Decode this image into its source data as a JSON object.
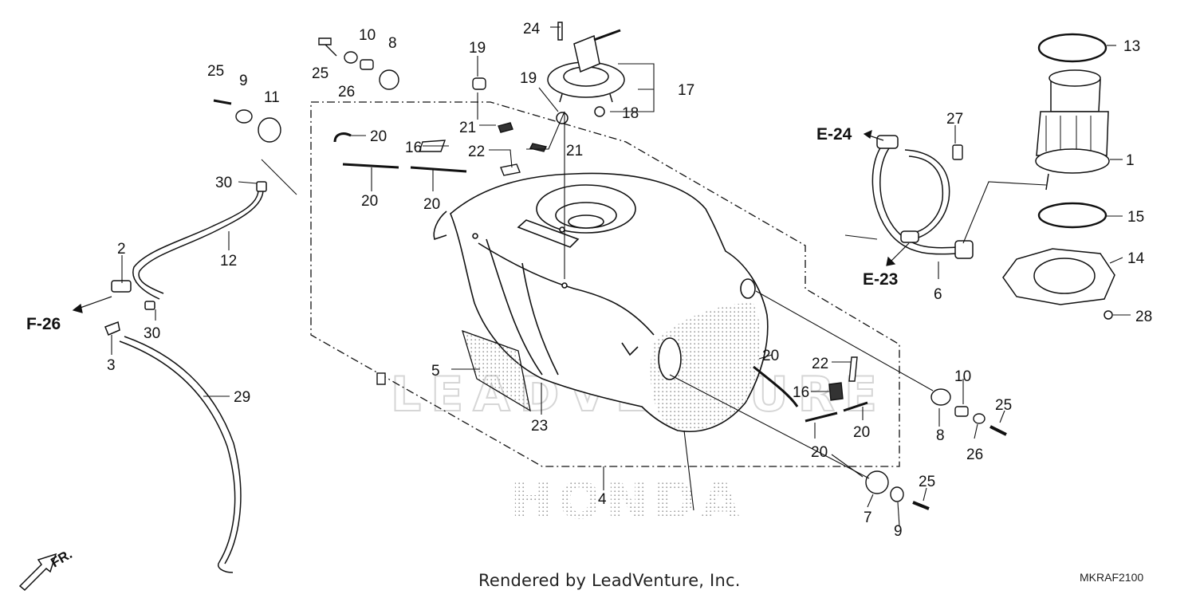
{
  "diagram": {
    "credit": "Rendered by LeadVenture, Inc.",
    "code": "MKRAF2100",
    "watermark": {
      "brand": "LEADVENTURE",
      "make": "HONDA"
    },
    "direction": "FR.",
    "refs": {
      "e24": "E-24",
      "e23": "E-23",
      "f26": "F-26"
    },
    "callouts": {
      "c1": "1",
      "c2": "2",
      "c3": "3",
      "c4": "4",
      "c5": "5",
      "c6": "6",
      "c7": "7",
      "c8a": "8",
      "c8b": "8",
      "c9a": "9",
      "c9b": "9",
      "c10a": "10",
      "c10b": "10",
      "c11": "11",
      "c12": "12",
      "c13": "13",
      "c14": "14",
      "c15": "15",
      "c16a": "16",
      "c16b": "16",
      "c17": "17",
      "c18": "18",
      "c19a": "19",
      "c19b": "19",
      "c20a": "20",
      "c20b": "20",
      "c20c": "20",
      "c20d": "20",
      "c20e": "20",
      "c20f": "20",
      "c21a": "21",
      "c21b": "21",
      "c22a": "22",
      "c22b": "22",
      "c23": "23",
      "c24": "24",
      "c25a": "25",
      "c25b": "25",
      "c25c": "25",
      "c25d": "25",
      "c26a": "26",
      "c26b": "26",
      "c27": "27",
      "c28": "28",
      "c29": "29",
      "c30a": "30",
      "c30b": "30"
    },
    "colors": {
      "line": "#111111",
      "stipple": "#9a9a9a",
      "watermark": "#d8d8d8"
    }
  }
}
